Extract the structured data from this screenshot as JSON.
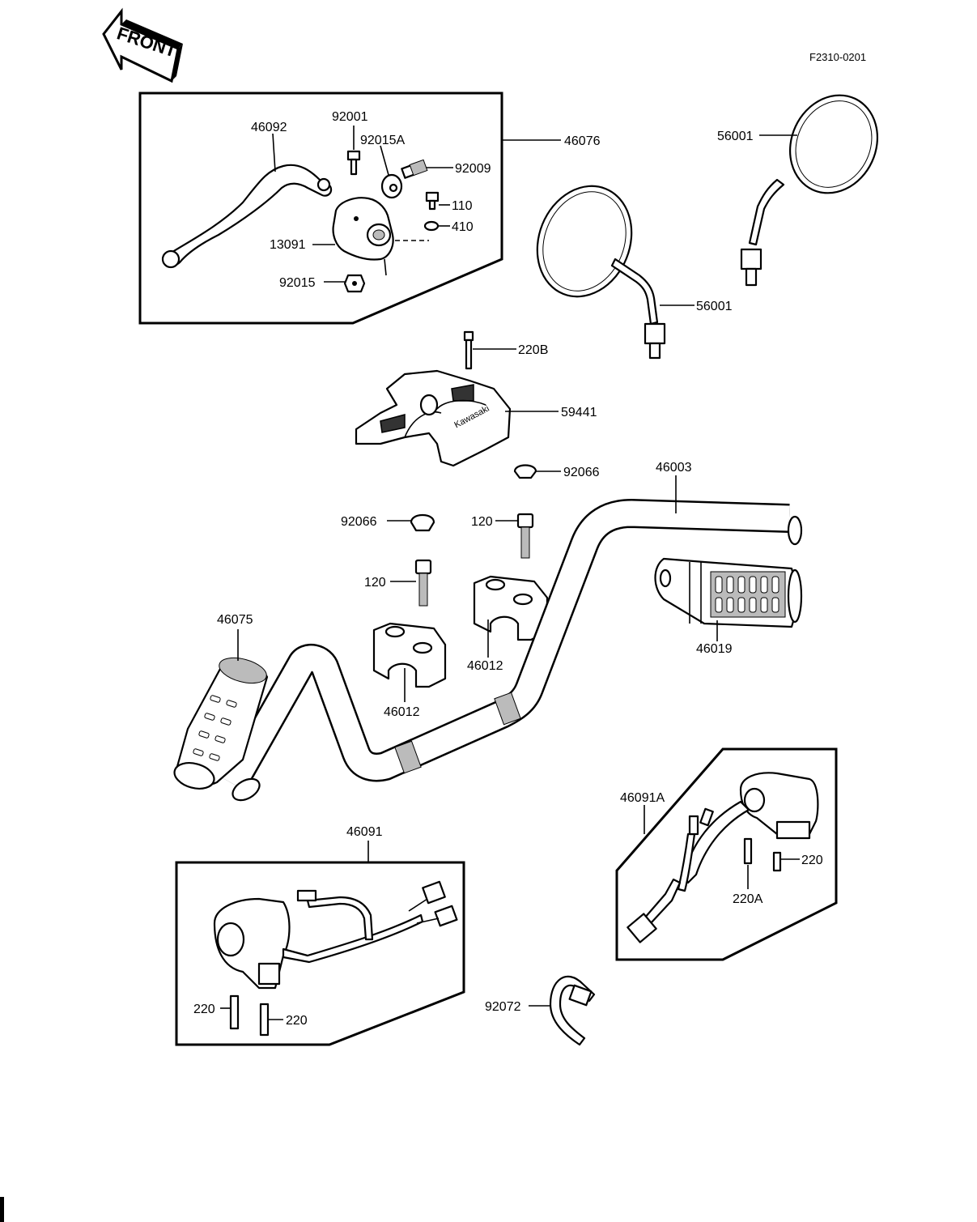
{
  "front_arrow_label": "FRONT",
  "figure_code": "F2310-0201",
  "parts": {
    "p46092": "46092",
    "p92001": "92001",
    "p92015A": "92015A",
    "p92009": "92009",
    "p46076": "46076",
    "p110": "110",
    "p410": "410",
    "p13091": "13091",
    "p92015": "92015",
    "p56001_top": "56001",
    "p56001_bottom": "56001",
    "p220B": "220B",
    "p59441": "59441",
    "p92066_right": "92066",
    "p92066_left": "92066",
    "p46003": "46003",
    "p120_top": "120",
    "p120_left": "120",
    "p46019": "46019",
    "p46075": "46075",
    "p46012_right": "46012",
    "p46012_left": "46012",
    "p46091A": "46091A",
    "p220_right": "220",
    "p220A": "220A",
    "p46091": "46091",
    "p220_bl": "220",
    "p220_bm": "220",
    "p92072": "92072"
  },
  "cover_brand": "Kawasaki"
}
